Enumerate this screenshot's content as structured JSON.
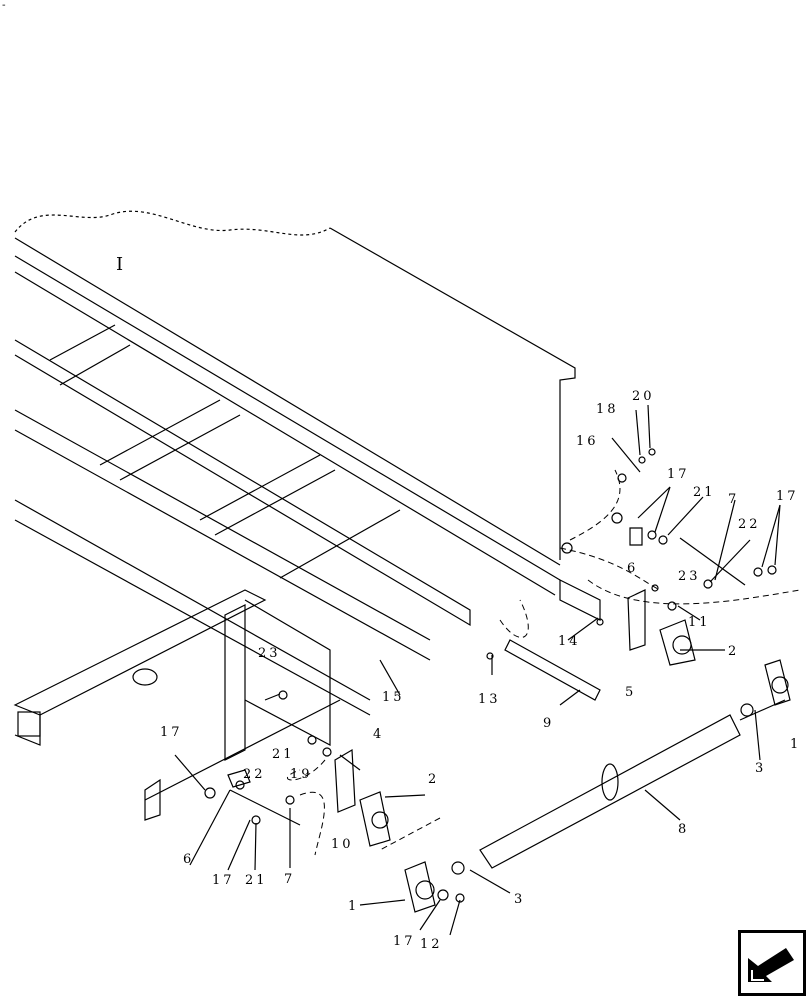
{
  "corner_mark": "-",
  "frame_label": "I",
  "callouts": [
    "1",
    "1",
    "2",
    "2",
    "3",
    "3",
    "4",
    "5",
    "6",
    "6",
    "7",
    "7",
    "8",
    "9",
    "10",
    "11",
    "12",
    "13",
    "14",
    "15",
    "16",
    "17",
    "17",
    "17",
    "17",
    "17",
    "18",
    "19",
    "20",
    "21",
    "21",
    "21",
    "22",
    "22",
    "23",
    "23"
  ],
  "nav_icon": "next-page-arrow-icon"
}
